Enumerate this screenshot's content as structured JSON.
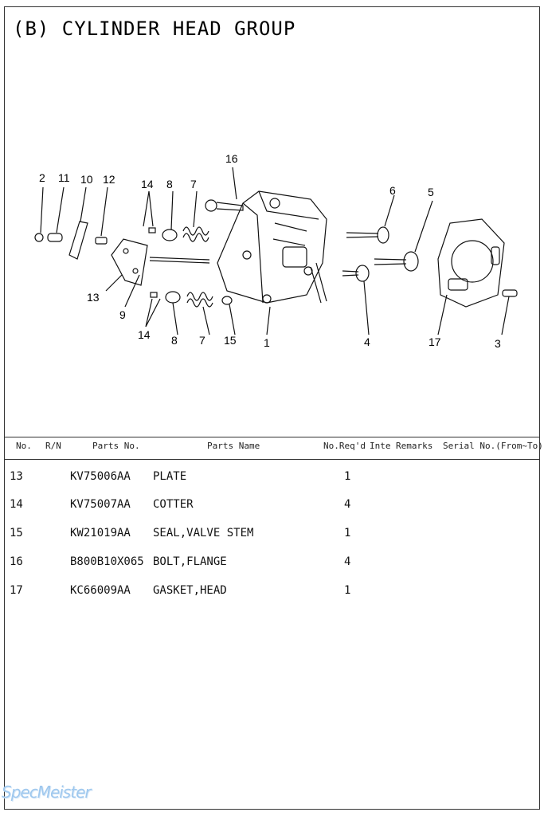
{
  "title": "(B) CYLINDER HEAD GROUP",
  "diagram": {
    "callouts": [
      "1",
      "2",
      "3",
      "4",
      "5",
      "6",
      "7",
      "7",
      "8",
      "8",
      "9",
      "10",
      "11",
      "12",
      "13",
      "14",
      "14",
      "15",
      "16",
      "17"
    ]
  },
  "table": {
    "headers": {
      "no": "No.",
      "rn": "R/N",
      "parts_no": "Parts No.",
      "parts_name": "Parts Name",
      "qty": "No.Req'd",
      "inte": "Inte",
      "remarks": "Remarks",
      "serial": "Serial No.(From~To)"
    },
    "rows": [
      {
        "no": "13",
        "parts_no": "KV75006AA",
        "name": "PLATE",
        "qty": "1"
      },
      {
        "no": "14",
        "parts_no": "KV75007AA",
        "name": "COTTER",
        "qty": "4"
      },
      {
        "no": "15",
        "parts_no": "KW21019AA",
        "name": "SEAL,VALVE STEM",
        "qty": "1"
      },
      {
        "no": "16",
        "parts_no": "B800B10X065",
        "name": "BOLT,FLANGE",
        "qty": "4"
      },
      {
        "no": "17",
        "parts_no": "KC66009AA",
        "name": "GASKET,HEAD",
        "qty": "1"
      }
    ]
  },
  "watermark": "SpecMeister"
}
